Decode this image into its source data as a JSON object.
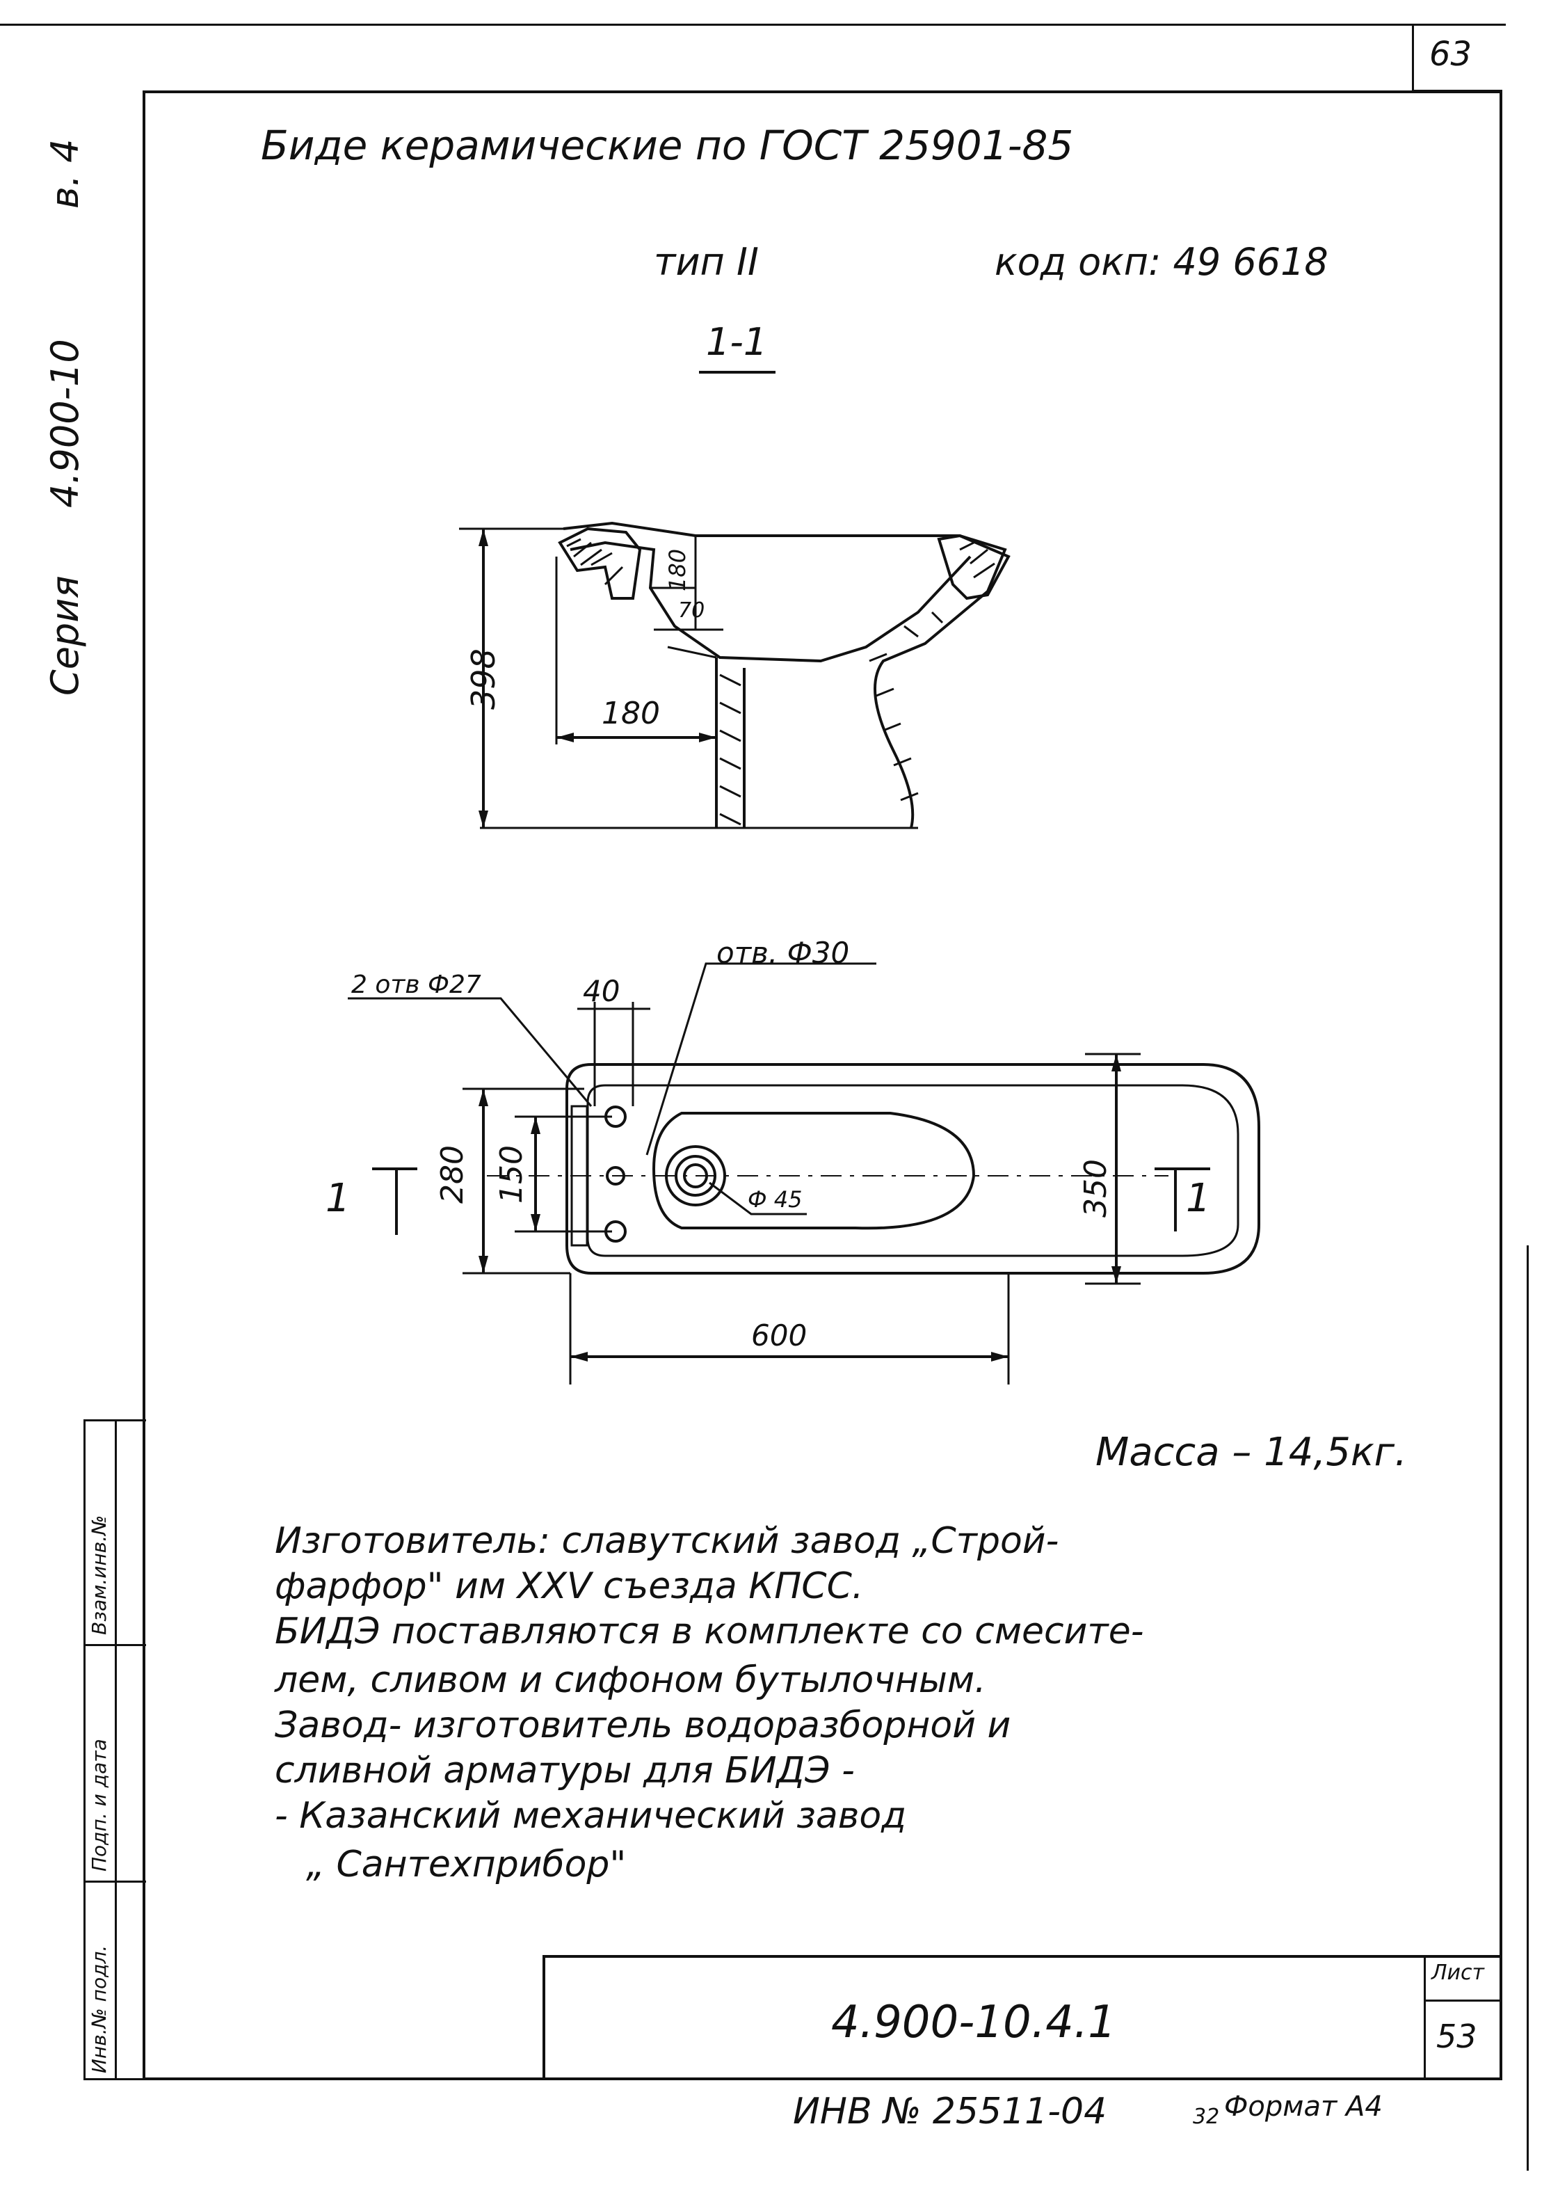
{
  "sheet_top_number": "63",
  "side_series_label": "Серия",
  "side_series_code": "4.900-10",
  "side_issue": "в. 4",
  "title": "Биде керамические по ГОСТ 25901-85",
  "type_label": "тип II",
  "okp_code": "код окп: 49 6618",
  "section_label": "1-1",
  "dims": {
    "height_398": "398",
    "depth_180_horizontal": "180",
    "dim_180_vertical": "180",
    "dim_70": "70",
    "hole_d30": "отв. Ф30",
    "holes_2_d27": "2 отв Ф27",
    "dim_40": "40",
    "dim_280": "280",
    "dim_150": "150",
    "dim_350": "350",
    "dim_d45": "Ф 45",
    "dim_600": "600",
    "cut_left": "1",
    "cut_right": "1"
  },
  "mass": "Масса – 14,5кг.",
  "notes": [
    "Изготовитель: славутский завод „Строй-",
    "фарфор\" им XXV съезда КПСС.",
    "БИДЭ поставляются в комплекте со смесите-",
    "лем, сливом и сифоном бутылочным.",
    "Завод- изготовитель водоразборной и",
    "сливной арматуры для БИДЭ -",
    "- Казанский механический завод",
    "„ Сантехприбор\""
  ],
  "side_stamps": [
    "Взам.инв.№",
    "Подп. и дата",
    "Инв.№ подл."
  ],
  "doc_code": "4.900-10.4.1",
  "sheet_label": "Лист",
  "sheet_number": "53",
  "inventory": "ИНВ № 25511-04",
  "format_label": "Формат А4",
  "format_prefix": "32"
}
